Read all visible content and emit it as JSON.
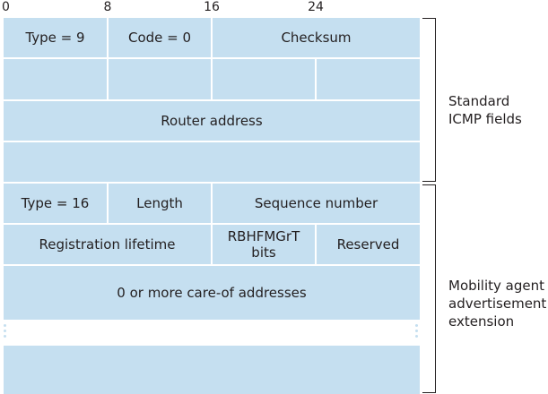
{
  "bit_ticks": [
    "0",
    "8",
    "16",
    "24"
  ],
  "fields": {
    "type_9": "Type = 9",
    "code_0": "Code = 0",
    "checksum": "Checksum",
    "router_address": "Router address",
    "type_16": "Type = 16",
    "length": "Length",
    "sequence_number": "Sequence number",
    "registration_lifetime": "Registration lifetime",
    "rbhfmgrt_bits": "RBHFMGrT\nbits",
    "reserved": "Reserved",
    "care_of_addresses": "0 or more care-of addresses"
  },
  "groups": {
    "standard": "Standard\nICMP fields",
    "mobility": "Mobility agent\nadvertisement\nextension"
  },
  "colors": {
    "field_fill": "#c5dff0",
    "text": "#231f20",
    "background": "#ffffff"
  }
}
